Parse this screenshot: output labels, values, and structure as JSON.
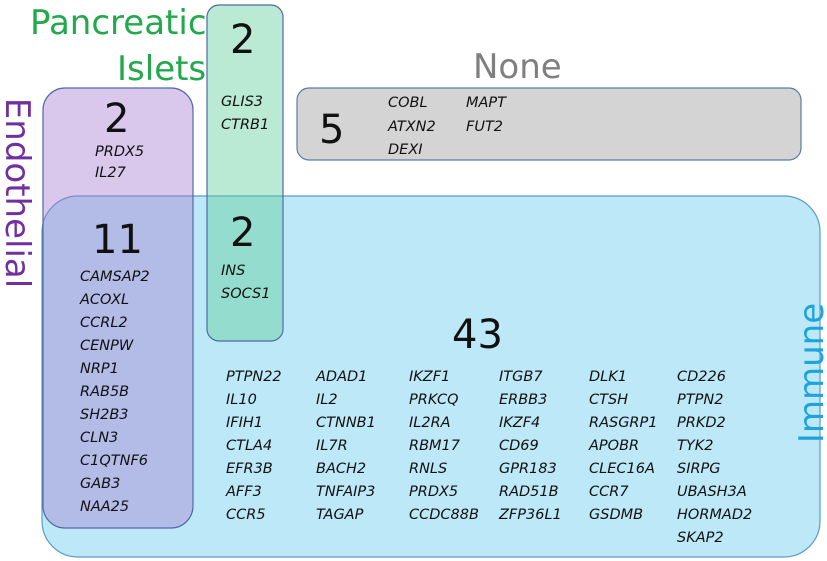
{
  "labels": {
    "pancreatic_line1": "Pancreatic",
    "pancreatic_line2": "Islets",
    "none": "None",
    "endothelial": "Endothelial",
    "immune": "Immune"
  },
  "colors": {
    "pancreatic": "#22a94c",
    "none": "#7f7f7f",
    "endothelial": "#7030a0",
    "immune": "#1ea3dc"
  },
  "regions": {
    "pancreatic_only": {
      "count": "2",
      "genes": [
        "GLIS3",
        "CTRB1"
      ]
    },
    "endothelial_only": {
      "count": "2",
      "genes": [
        "PRDX5",
        "IL27"
      ]
    },
    "none": {
      "count": "5",
      "genes": [
        "COBL",
        "ATXN2",
        "DEXI",
        "MAPT",
        "FUT2"
      ]
    },
    "endothelial_immune": {
      "count": "11",
      "genes": [
        "CAMSAP2",
        "ACOXL",
        "CCRL2",
        "CENPW",
        "NRP1",
        "RAB5B",
        "SH2B3",
        "CLN3",
        "C1QTNF6",
        "GAB3",
        "NAA25"
      ]
    },
    "pancreatic_immune": {
      "count": "2",
      "genes": [
        "INS",
        "SOCS1"
      ]
    },
    "immune_only": {
      "count": "43",
      "columns": [
        [
          "PTPN22",
          "IL10",
          "IFIH1",
          "CTLA4",
          "EFR3B",
          "AFF3",
          "CCR5"
        ],
        [
          "ADAD1",
          "IL2",
          "CTNNB1",
          "IL7R",
          "BACH2",
          "TNFAIP3",
          "TAGAP"
        ],
        [
          "IKZF1",
          "PRKCQ",
          "IL2RA",
          "RBM17",
          "RNLS",
          "PRDX5",
          "CCDC88B"
        ],
        [
          "ITGB7",
          "ERBB3",
          "IKZF4",
          "CD69",
          "GPR183",
          "RAD51B",
          "ZFP36L1"
        ],
        [
          "DLK1",
          "CTSH",
          "RASGRP1",
          "APOBR",
          "CLEC16A",
          "CCR7",
          "GSDMB"
        ],
        [
          "CD226",
          "PTPN2",
          "PRKD2",
          "TYK2",
          "SIRPG",
          "UBASH3A",
          "HORMAD2",
          "SKAP2"
        ]
      ]
    }
  }
}
